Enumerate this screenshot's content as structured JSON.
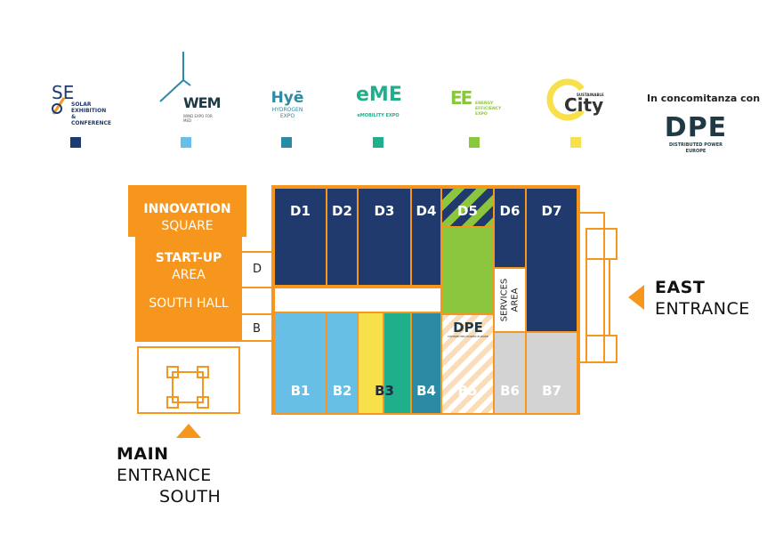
{
  "logos": {
    "sec": {
      "line1": "SE",
      "line2": "SOLAR",
      "line3": "EXHIBITION",
      "line4": "& CONFERENCE",
      "color": "#1f3a6e"
    },
    "wem": {
      "name": "WEM",
      "sub": "WIND EXPO FOR MED",
      "color": "#67bfe6"
    },
    "hye": {
      "name": "Hyē",
      "sub1": "HYDROGEN",
      "sub2": "EXPO",
      "color": "#2b8aa4"
    },
    "eme": {
      "name": "eME",
      "sub": "eMOBILITY EXPO",
      "color": "#22ad8c"
    },
    "eefe": {
      "name": "EE",
      "sub1": "ENERGY",
      "sub2": "EFFICIENCY",
      "sub3": "EXPO",
      "color": "#8cc63f"
    },
    "city": {
      "small": "SUSTAINABLE",
      "name": "City",
      "color": "#f8e04a"
    },
    "dpe": {
      "name": "DPE",
      "sub": "DISTRIBUTED POWER EUROPE",
      "color": "#1f3a44"
    }
  },
  "concomitanza": "In concomitanza con",
  "colors": {
    "orange": "#f6961d",
    "navy": "#203a6e",
    "light_blue": "#67bfe6",
    "teal": "#2b8aa4",
    "green_teal": "#1faf8b",
    "lime": "#8cc63f",
    "yellow": "#f8e04a",
    "grey": "#d3d3d3"
  },
  "west": {
    "innovation_1": "INNOVATION",
    "innovation_2": "SQUARE",
    "startup_1": "START-UP",
    "startup_2": "AREA",
    "south_hall": "SOUTH HALL",
    "label_d": "D",
    "label_b": "B"
  },
  "stands": {
    "D1": "D1",
    "D2": "D2",
    "D3": "D3",
    "D4": "D4",
    "D5": "D5",
    "D6": "D6",
    "D7": "D7",
    "B1": "B1",
    "B2": "B2",
    "B3": "B3",
    "B4": "B4",
    "B5": "B5",
    "B6": "B6",
    "B7": "B7"
  },
  "services": {
    "line1": "SERVICES",
    "line2": "AREA"
  },
  "b5_logo": {
    "name": "DPE",
    "sub": "DISTRIBUTED POWER EUROPE"
  },
  "main_entrance": {
    "bold": "MAIN",
    "rest": "ENTRANCE",
    "line2": "SOUTH"
  },
  "east_entrance": {
    "line1": "EAST",
    "line2": "ENTRANCE"
  }
}
